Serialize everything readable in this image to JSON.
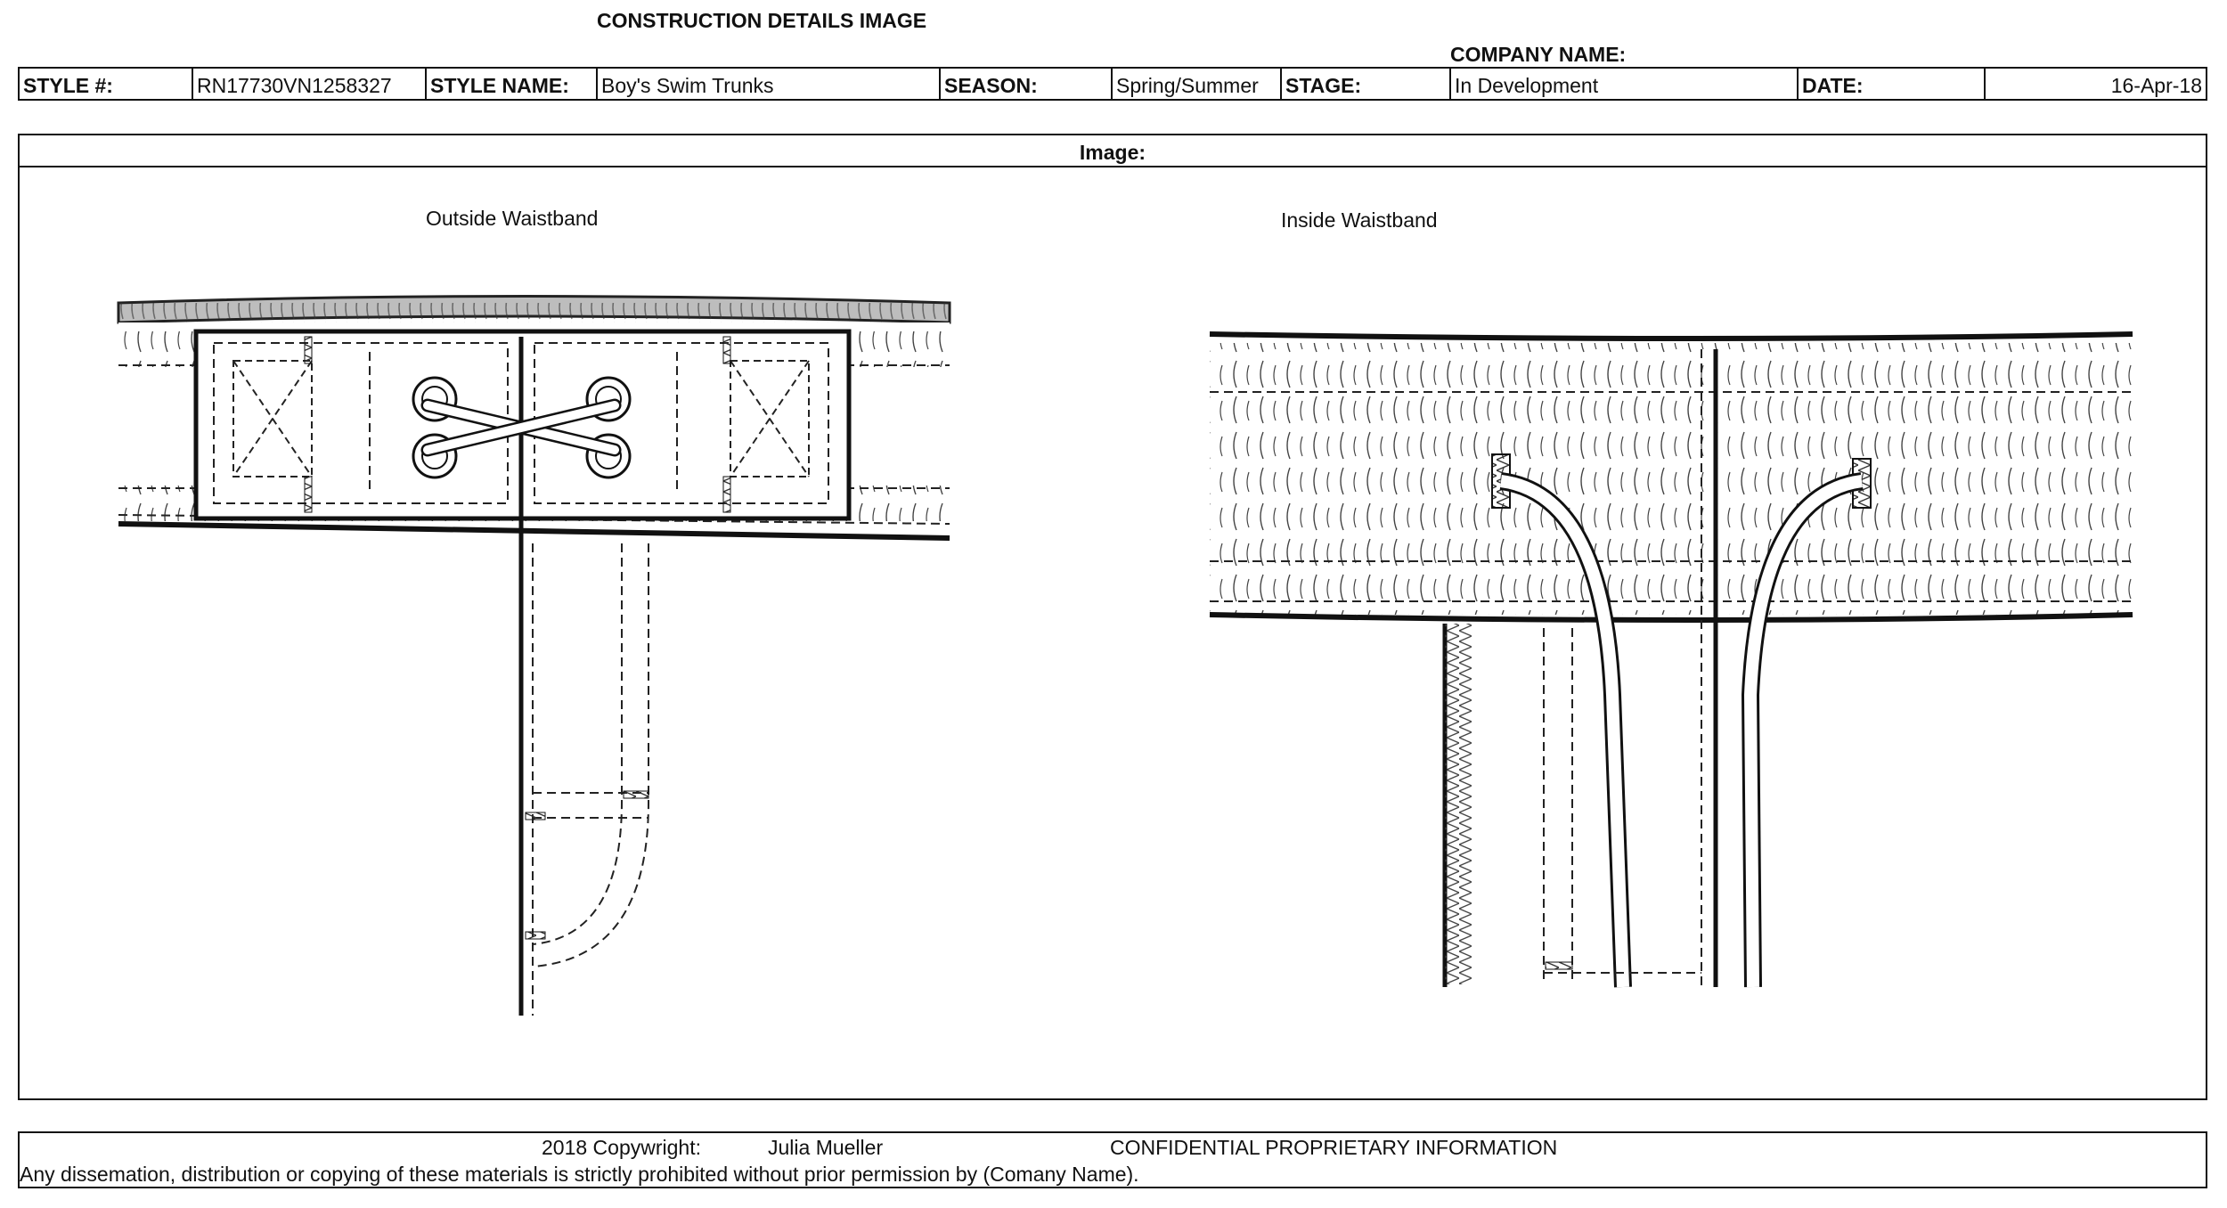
{
  "header": {
    "title": "CONSTRUCTION DETAILS IMAGE",
    "company_label": "COMPANY NAME:",
    "style_num_label": "STYLE #:",
    "style_num_value": "RN17730VN1258327",
    "style_name_label": "STYLE NAME:",
    "style_name_value": "Boy's Swim Trunks",
    "season_label": "SEASON:",
    "season_value": "Spring/Summer",
    "stage_label": "STAGE:",
    "stage_value": "In Development",
    "date_label": "DATE:",
    "date_value": "16-Apr-18"
  },
  "image_section": {
    "label": "Image:",
    "outside_label": "Outside Waistband",
    "inside_label": "Inside Waistband"
  },
  "footer": {
    "copyright_label": "2018 Copywright:",
    "author": "Julia Mueller",
    "confidential": "CONFIDENTIAL PROPRIETARY INFORMATION",
    "notice": "Any dissemation, distribution or copying  of these materials is strictly prohibited without prior permission by (Comany Name)."
  }
}
